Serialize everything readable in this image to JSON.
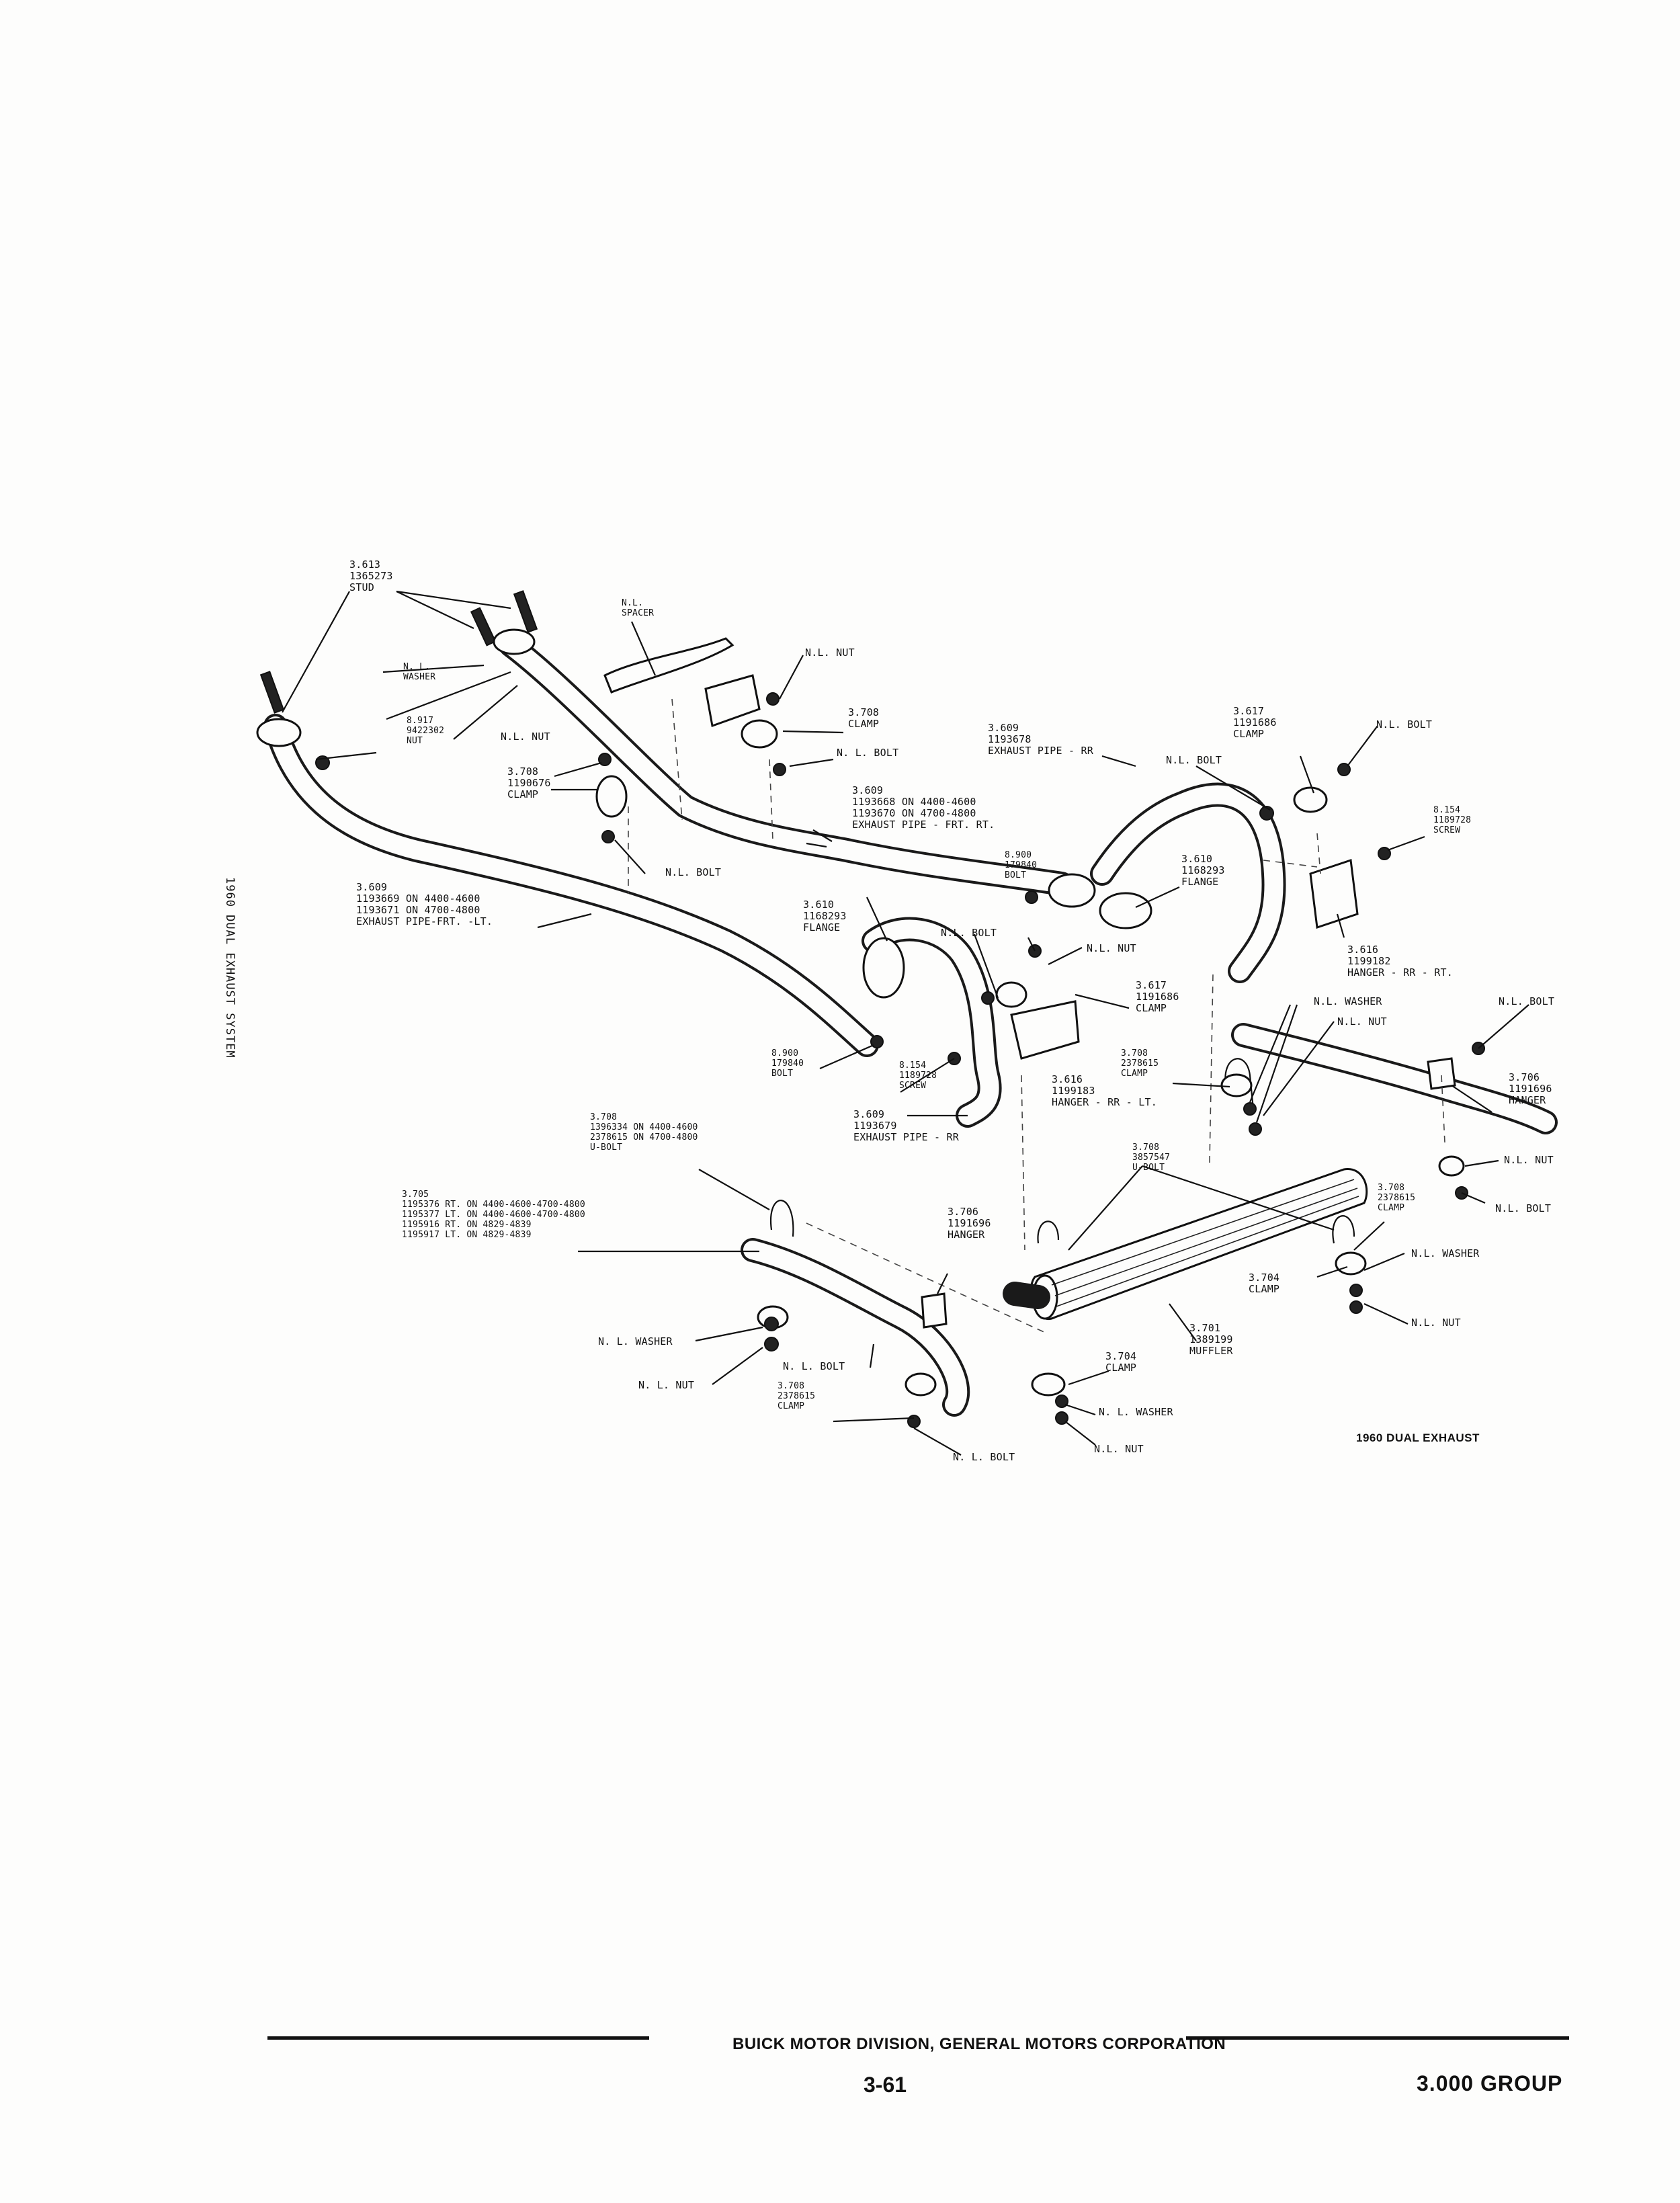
{
  "labels": {
    "stud": "3.613\n1365273\nSTUD",
    "nl_washer_tl": "N. L.\nWASHER",
    "nut_8917": "8.917\n9422302\nNUT",
    "nl_spacer": "N.L.\nSPACER",
    "nl_nut_top": "N.L. NUT",
    "clamp_3708_top": "3.708\nCLAMP",
    "nl_bolt_top": "N. L. BOLT",
    "nl_nut_left": "N.L. NUT",
    "clamp_3708_left": "3.708\n1190676\nCLAMP",
    "nl_bolt_left": "N.L. BOLT",
    "exhaust_rt": "3.609\n1193668 ON 4400-4600\n1193670 ON 4700-4800\nEXHAUST PIPE - FRT. RT.",
    "exhaust_lt": "3.609\n1193669 ON 4400-4600\n1193671 ON 4700-4800\nEXHAUST PIPE-FRT. -LT.",
    "exhaust_rr_top": "3.609\n1193678\nEXHAUST PIPE - RR",
    "nl_bolt_mid": "N.L. BOLT",
    "clamp_3617_right": "3.617\n1191686\nCLAMP",
    "nl_bolt_far_right": "N.L. BOLT",
    "screw_8154_right": "8.154\n1189728\nSCREW",
    "bolt_8900_upper": "8.900\n179840\nBOLT",
    "flange_3610_right": "3.610\n1168293\nFLANGE",
    "hanger_3616_rr_rt": "3.616\n1199182\nHANGER - RR - RT.",
    "flange_3610_left": "3.610\n1168293\nFLANGE",
    "nl_bolt_center": "N.L. BOLT",
    "nl_nut_center": "N.L. NUT",
    "clamp_3617_center": "3.617\n1191686\nCLAMP",
    "nl_washer_right": "N.L. WASHER",
    "nl_nut_right": "N.L. NUT",
    "nl_bolt_edge": "N.L. BOLT",
    "bolt_8900_lower": "8.900\n179840\nBOLT",
    "screw_8154_center": "8.154\n1189728\nSCREW",
    "hanger_3616_rr_lt": "3.616\n1199183\nHANGER - RR - LT.",
    "clamp_3708_center": "3.708\n2378615\nCLAMP",
    "hanger_3706_right": "3.706\n1191696\nHANGER",
    "exhaust_rr_lower": "3.609\n1193679\nEXHAUST PIPE - RR",
    "ubolt_3708_left": "3.708\n1396334 ON 4400-4600\n2378615 ON 4700-4800\nU-BOLT",
    "ubolt_3708_center": "3.708\n3857547\nU-BOLT",
    "nl_nut_edge": "N.L. NUT",
    "clamp_3708_right": "3.708\n2378615\nCLAMP",
    "nl_bolt_lower_right": "N.L. BOLT",
    "tailpipe_3705": "3.705\n1195376 RT. ON 4400-4600-4700-4800\n1195377 LT. ON 4400-4600-4700-4800\n1195916 RT. ON 4829-4839\n1195917 LT. ON 4829-4839",
    "hanger_3706_left": "3.706\n1191696\nHANGER",
    "nl_washer_lower_right": "N.L. WASHER",
    "clamp_3704_right": "3.704\nCLAMP",
    "nl_nut_lower_right": "N.L. NUT",
    "muffler_3701": "3.701\n1389199\nMUFFLER",
    "clamp_3704_center": "3.704\nCLAMP",
    "nl_washer_lower_left": "N. L. WASHER",
    "nl_bolt_lower_left": "N. L. BOLT",
    "nl_nut_lower_left": "N. L. NUT",
    "clamp_3708_lower": "3.708\n2378615\nCLAMP",
    "nl_washer_bottom": "N. L. WASHER",
    "nl_nut_bottom": "N.L. NUT",
    "nl_bolt_bottom": "N. L. BOLT"
  },
  "side_caption": "1960 DUAL EXHAUST SYSTEM",
  "figure_caption": "1960 DUAL EXHAUST",
  "footer": {
    "division": "BUICK MOTOR DIVISION, GENERAL MOTORS CORPORATION",
    "page_number": "3-61",
    "group": "3.000 GROUP"
  }
}
